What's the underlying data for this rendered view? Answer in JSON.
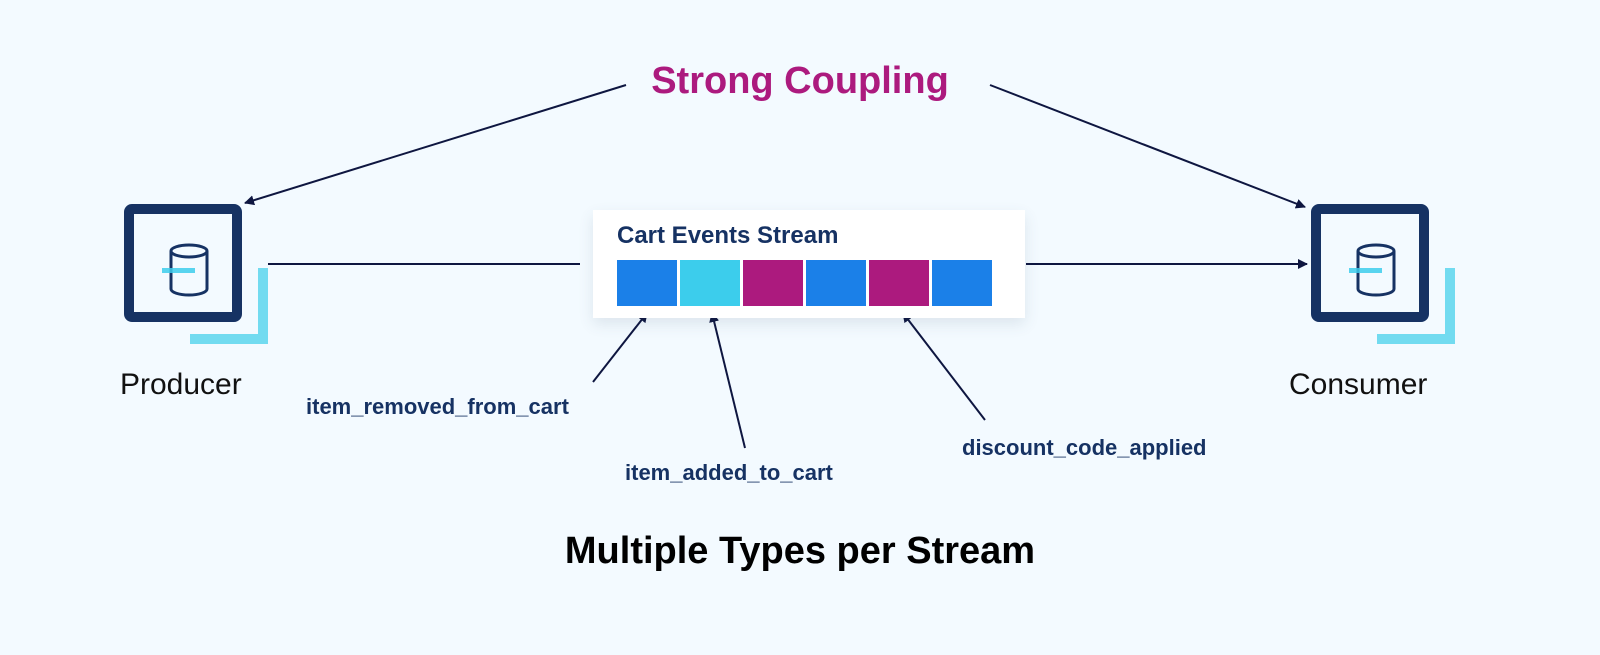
{
  "diagram": {
    "coupling_label": "Strong Coupling",
    "producer": {
      "label": "Producer",
      "icon": "database-icon"
    },
    "consumer": {
      "label": "Consumer",
      "icon": "database-icon"
    },
    "stream": {
      "title": "Cart Events Stream",
      "events": [
        {
          "type": "item_removed_from_cart",
          "color": "#1b80e8"
        },
        {
          "type": "item_added_to_cart",
          "color": "#3ccdec"
        },
        {
          "type": "discount_code_applied",
          "color": "#ac1a7e"
        },
        {
          "type": "item_removed_from_cart",
          "color": "#1b80e8"
        },
        {
          "type": "discount_code_applied",
          "color": "#ac1a7e"
        },
        {
          "type": "item_removed_from_cart",
          "color": "#1b80e8"
        }
      ]
    },
    "callouts": [
      {
        "label": "item_removed_from_cart"
      },
      {
        "label": "item_added_to_cart"
      },
      {
        "label": "discount_code_applied"
      }
    ],
    "footer_title": "Multiple Types per Stream"
  },
  "colors": {
    "navy": "#163263",
    "magenta": "#ac1a7e",
    "blue": "#1b80e8",
    "cyan": "#3ccdec",
    "light_cyan": "#72dbf0",
    "background": "#f3faff"
  }
}
